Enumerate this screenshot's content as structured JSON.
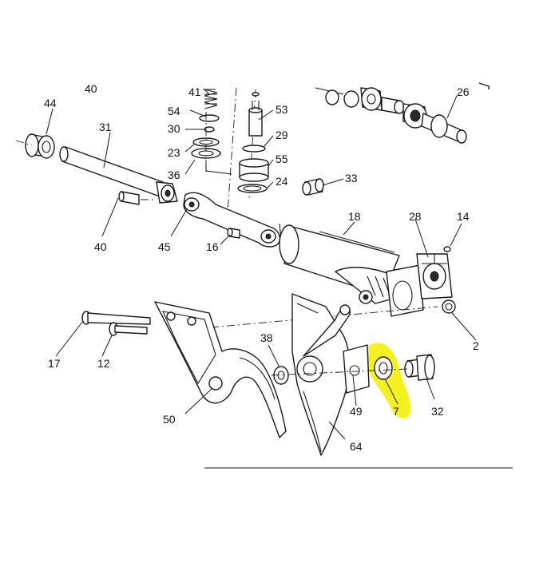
{
  "callouts": [
    {
      "id": "c40a",
      "text": "40"
    },
    {
      "id": "c41",
      "text": "41"
    },
    {
      "id": "c44",
      "text": "44"
    },
    {
      "id": "c54",
      "text": "54"
    },
    {
      "id": "c53",
      "text": "53"
    },
    {
      "id": "c26",
      "text": "26"
    },
    {
      "id": "c31",
      "text": "31"
    },
    {
      "id": "c30",
      "text": "30"
    },
    {
      "id": "c29",
      "text": "29"
    },
    {
      "id": "c23",
      "text": "23"
    },
    {
      "id": "c55",
      "text": "55"
    },
    {
      "id": "c36",
      "text": "36"
    },
    {
      "id": "c24",
      "text": "24"
    },
    {
      "id": "c33",
      "text": "33"
    },
    {
      "id": "c18",
      "text": "18"
    },
    {
      "id": "c28",
      "text": "28"
    },
    {
      "id": "c14",
      "text": "14"
    },
    {
      "id": "c40",
      "text": "40"
    },
    {
      "id": "c45",
      "text": "45"
    },
    {
      "id": "c16",
      "text": "16"
    },
    {
      "id": "c2",
      "text": "2"
    },
    {
      "id": "c17",
      "text": "17"
    },
    {
      "id": "c12",
      "text": "12"
    },
    {
      "id": "c38",
      "text": "38"
    },
    {
      "id": "c50",
      "text": "50"
    },
    {
      "id": "c49",
      "text": "49"
    },
    {
      "id": "c7",
      "text": "7"
    },
    {
      "id": "c32",
      "text": "32"
    },
    {
      "id": "c64",
      "text": "64"
    }
  ],
  "highlight": {
    "part": "7",
    "color": "#f5f020"
  }
}
